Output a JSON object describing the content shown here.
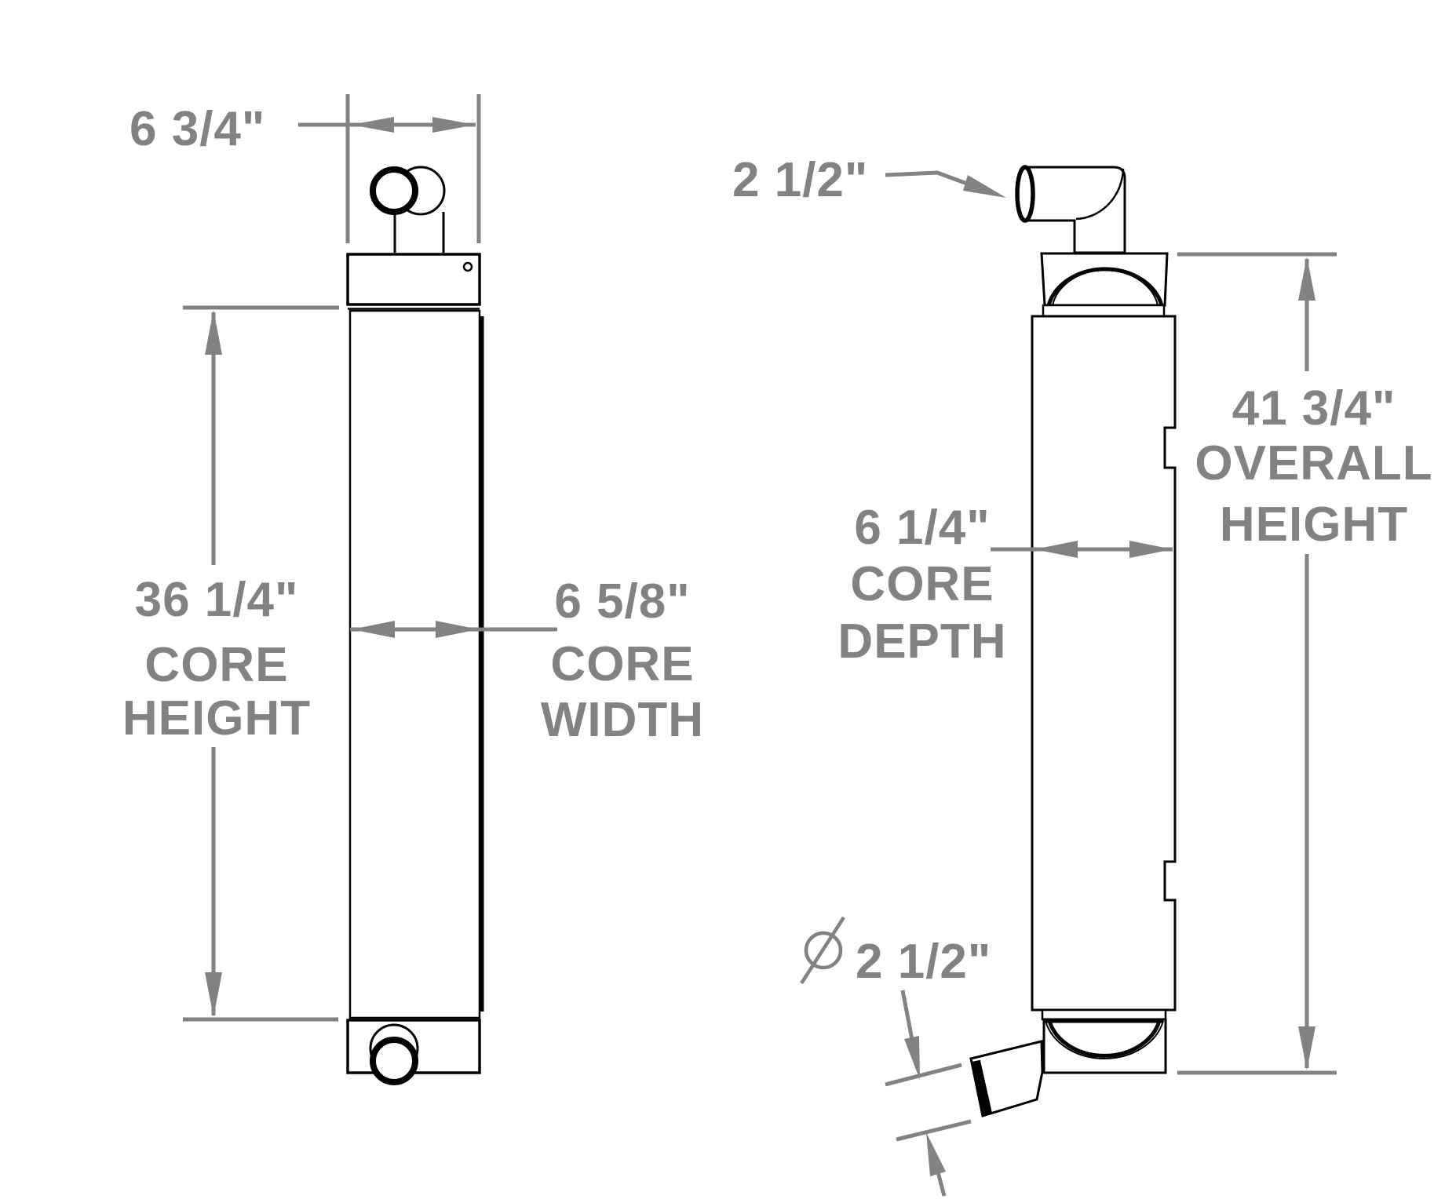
{
  "drawing": {
    "type": "technical-dimension-drawing",
    "colors": {
      "outline": "#000000",
      "dimension": "#828282",
      "background": "#ffffff"
    },
    "front_view": {
      "name": "front-view",
      "dims": {
        "top_width": {
          "label": "6 3/4\""
        },
        "core_height": {
          "lines": [
            "36 1/4\"",
            "CORE",
            "HEIGHT"
          ]
        },
        "core_width": {
          "lines": [
            "6 5/8\"",
            "CORE",
            "WIDTH"
          ]
        }
      }
    },
    "side_view": {
      "name": "side-view",
      "dims": {
        "top_port": {
          "label": "2 1/2\""
        },
        "core_depth": {
          "lines": [
            "6 1/4\"",
            "CORE",
            "DEPTH"
          ]
        },
        "overall_height": {
          "lines": [
            "41 3/4\"",
            "OVERALL",
            "HEIGHT"
          ]
        },
        "bottom_port": {
          "symbol": "⌀",
          "label": "2 1/2\""
        }
      }
    }
  }
}
